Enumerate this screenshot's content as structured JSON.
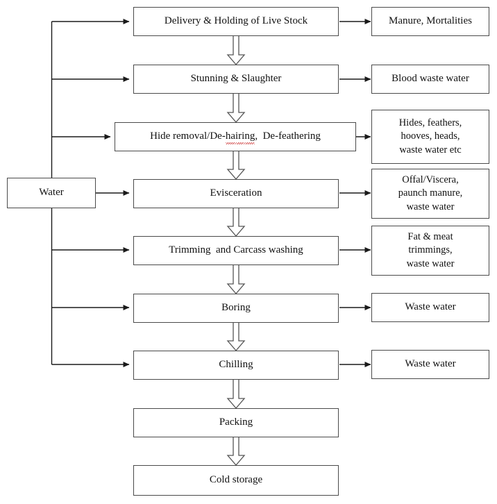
{
  "diagram": {
    "title": "Slaughterhouse process flow with water input and waste outputs",
    "colors": {
      "background": "#ffffff",
      "box_border": "#4a4a4a",
      "wire": "#1a1a1a",
      "block_arrow_border": "#555555",
      "spellcheck_underline": "#cc3333"
    }
  },
  "input": {
    "water_label": "Water"
  },
  "process_steps": [
    {
      "id": "delivery",
      "label": "Delivery & Holding of Live Stock"
    },
    {
      "id": "stunning",
      "label": "Stunning & Slaughter"
    },
    {
      "id": "hideremoval",
      "label_parts": [
        "Hide removal/De-",
        "hairing",
        ",  De-feathering"
      ],
      "label": "Hide removal/De-hairing,  De-feathering"
    },
    {
      "id": "evisceration",
      "label": "Evisceration"
    },
    {
      "id": "trimming",
      "label": "Trimming  and Carcass washing"
    },
    {
      "id": "boring",
      "label": "Boring"
    },
    {
      "id": "chilling",
      "label": "Chilling"
    },
    {
      "id": "packing",
      "label": "Packing"
    },
    {
      "id": "coldstorage",
      "label": "Cold storage"
    }
  ],
  "outputs": [
    {
      "id": "out-delivery",
      "lines": [
        "Manure, Mortalities"
      ]
    },
    {
      "id": "out-stunning",
      "lines": [
        "Blood waste water"
      ]
    },
    {
      "id": "out-hideremoval",
      "lines": [
        "Hides, feathers,",
        "hooves, heads,",
        "waste water etc"
      ]
    },
    {
      "id": "out-evisceration",
      "lines": [
        "Offal/Viscera,",
        "paunch manure,",
        "waste water"
      ]
    },
    {
      "id": "out-trimming",
      "lines": [
        "Fat & meat",
        "trimmings,",
        "waste water"
      ]
    },
    {
      "id": "out-boring",
      "lines": [
        "Waste water"
      ]
    },
    {
      "id": "out-chilling",
      "lines": [
        "Waste water"
      ]
    }
  ]
}
